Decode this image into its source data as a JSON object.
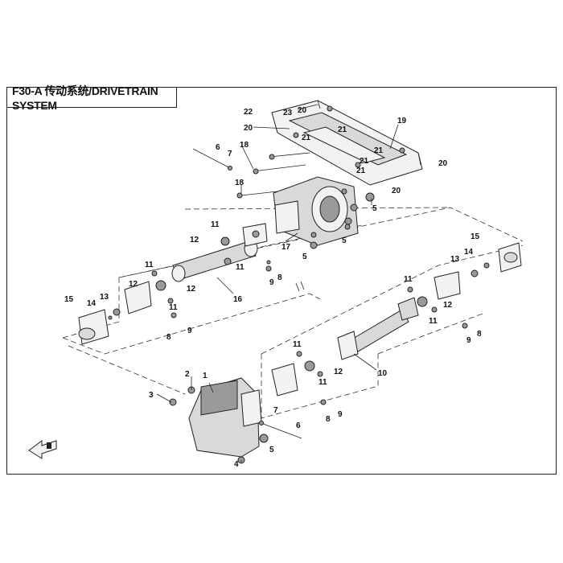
{
  "title": "F30-A 传动系统/DRIVETRAIN SYSTEM",
  "labels": {
    "l1": "1",
    "l2": "2",
    "l3": "3",
    "l4": "4",
    "l5a": "5",
    "l5b": "5",
    "l5c": "5",
    "l5d": "5",
    "l6a": "6",
    "l6b": "6",
    "l7a": "7",
    "l7b": "7",
    "l8a": "8",
    "l8b": "8",
    "l8c": "8",
    "l8d": "8",
    "l9a": "9",
    "l9b": "9",
    "l9c": "9",
    "l9d": "9",
    "l10": "10",
    "l11a": "11",
    "l11b": "11",
    "l11c": "11",
    "l11d": "11",
    "l11e": "11",
    "l11f": "11",
    "l11g": "11",
    "l11h": "11",
    "l12a": "12",
    "l12b": "12",
    "l12c": "12",
    "l12d": "12",
    "l12e": "12",
    "l13a": "13",
    "l13b": "13",
    "l14a": "14",
    "l14b": "14",
    "l15a": "15",
    "l15b": "15",
    "l16": "16",
    "l17": "17",
    "l18a": "18",
    "l18b": "18",
    "l19": "19",
    "l20a": "20",
    "l20b": "20",
    "l20c": "20",
    "l20d": "20",
    "l21a": "21",
    "l21b": "21",
    "l21c": "21",
    "l21d": "21",
    "l21e": "21",
    "l22": "22",
    "l23": "23"
  },
  "icons": {
    "direction": "front-direction-arrow-icon"
  }
}
